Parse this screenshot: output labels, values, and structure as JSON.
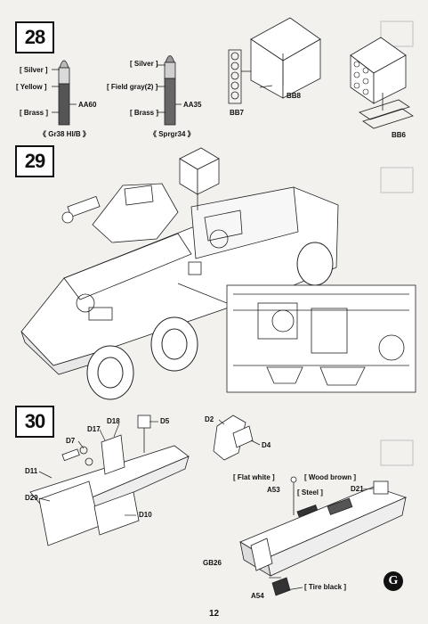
{
  "steps": {
    "s28": "28",
    "s29": "29",
    "s30": "30"
  },
  "step28": {
    "shell1": {
      "paints": [
        "[ Silver ]",
        "[ Yellow ]",
        "[ Brass ]"
      ],
      "part": "AA60",
      "caption": "《 Gr38 Hl/B 》"
    },
    "shell2": {
      "paints": [
        "[ Silver ]",
        "[ Field gray(2) ]",
        "[ Brass ]"
      ],
      "part": "AA35",
      "caption": "《 Sprgr34 》"
    },
    "parts": [
      "BB7",
      "BB8",
      "BB6"
    ]
  },
  "step30": {
    "parts": [
      "D18",
      "D5",
      "D17",
      "D7",
      "D11",
      "D29",
      "D10",
      "D2",
      "D4"
    ]
  },
  "step30b": {
    "paints": [
      "[ Flat white ]",
      "[ Wood brown ]",
      "[ Steel ]",
      "[ Tire black ]"
    ],
    "parts": [
      "A53",
      "D21",
      "GB26",
      "A54"
    ]
  },
  "mark": "G",
  "page_number": "12"
}
